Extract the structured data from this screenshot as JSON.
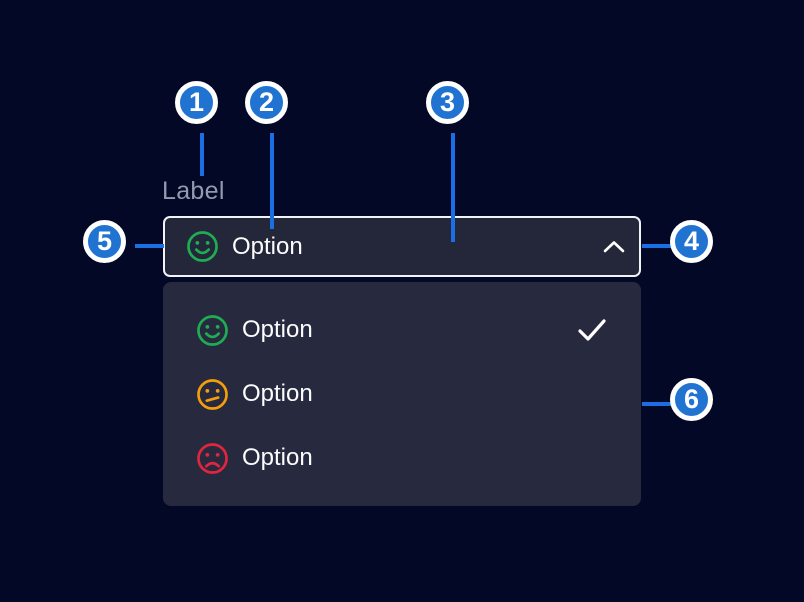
{
  "colors": {
    "background": "#040827",
    "field_background": "#24273A",
    "menu_background": "#272A3E",
    "field_border": "#F2F3F7",
    "label_gray": "#939AAD",
    "text_white": "#FCFCFD",
    "callout_blue": "#2173D2",
    "connector_blue": "#1A6FE4",
    "positive_green": "#1EAD52",
    "warning_orange": "#F59E0B",
    "negative_red": "#E0263F"
  },
  "field": {
    "label": "Label",
    "value": "Option",
    "value_icon": "happy-face-icon",
    "chevron_icon": "chevron-up-icon",
    "state": "open"
  },
  "menu": {
    "items": [
      {
        "label": "Option",
        "icon": "happy-face-icon",
        "icon_color": "#1EAD52",
        "selected": true
      },
      {
        "label": "Option",
        "icon": "neutral-face-icon",
        "icon_color": "#F59E0B",
        "selected": false
      },
      {
        "label": "Option",
        "icon": "sad-face-icon",
        "icon_color": "#E0263F",
        "selected": false
      }
    ],
    "selected_mark_icon": "checkmark-icon"
  },
  "callouts": [
    {
      "number": "1"
    },
    {
      "number": "2"
    },
    {
      "number": "3"
    },
    {
      "number": "4"
    },
    {
      "number": "5"
    },
    {
      "number": "6"
    }
  ]
}
